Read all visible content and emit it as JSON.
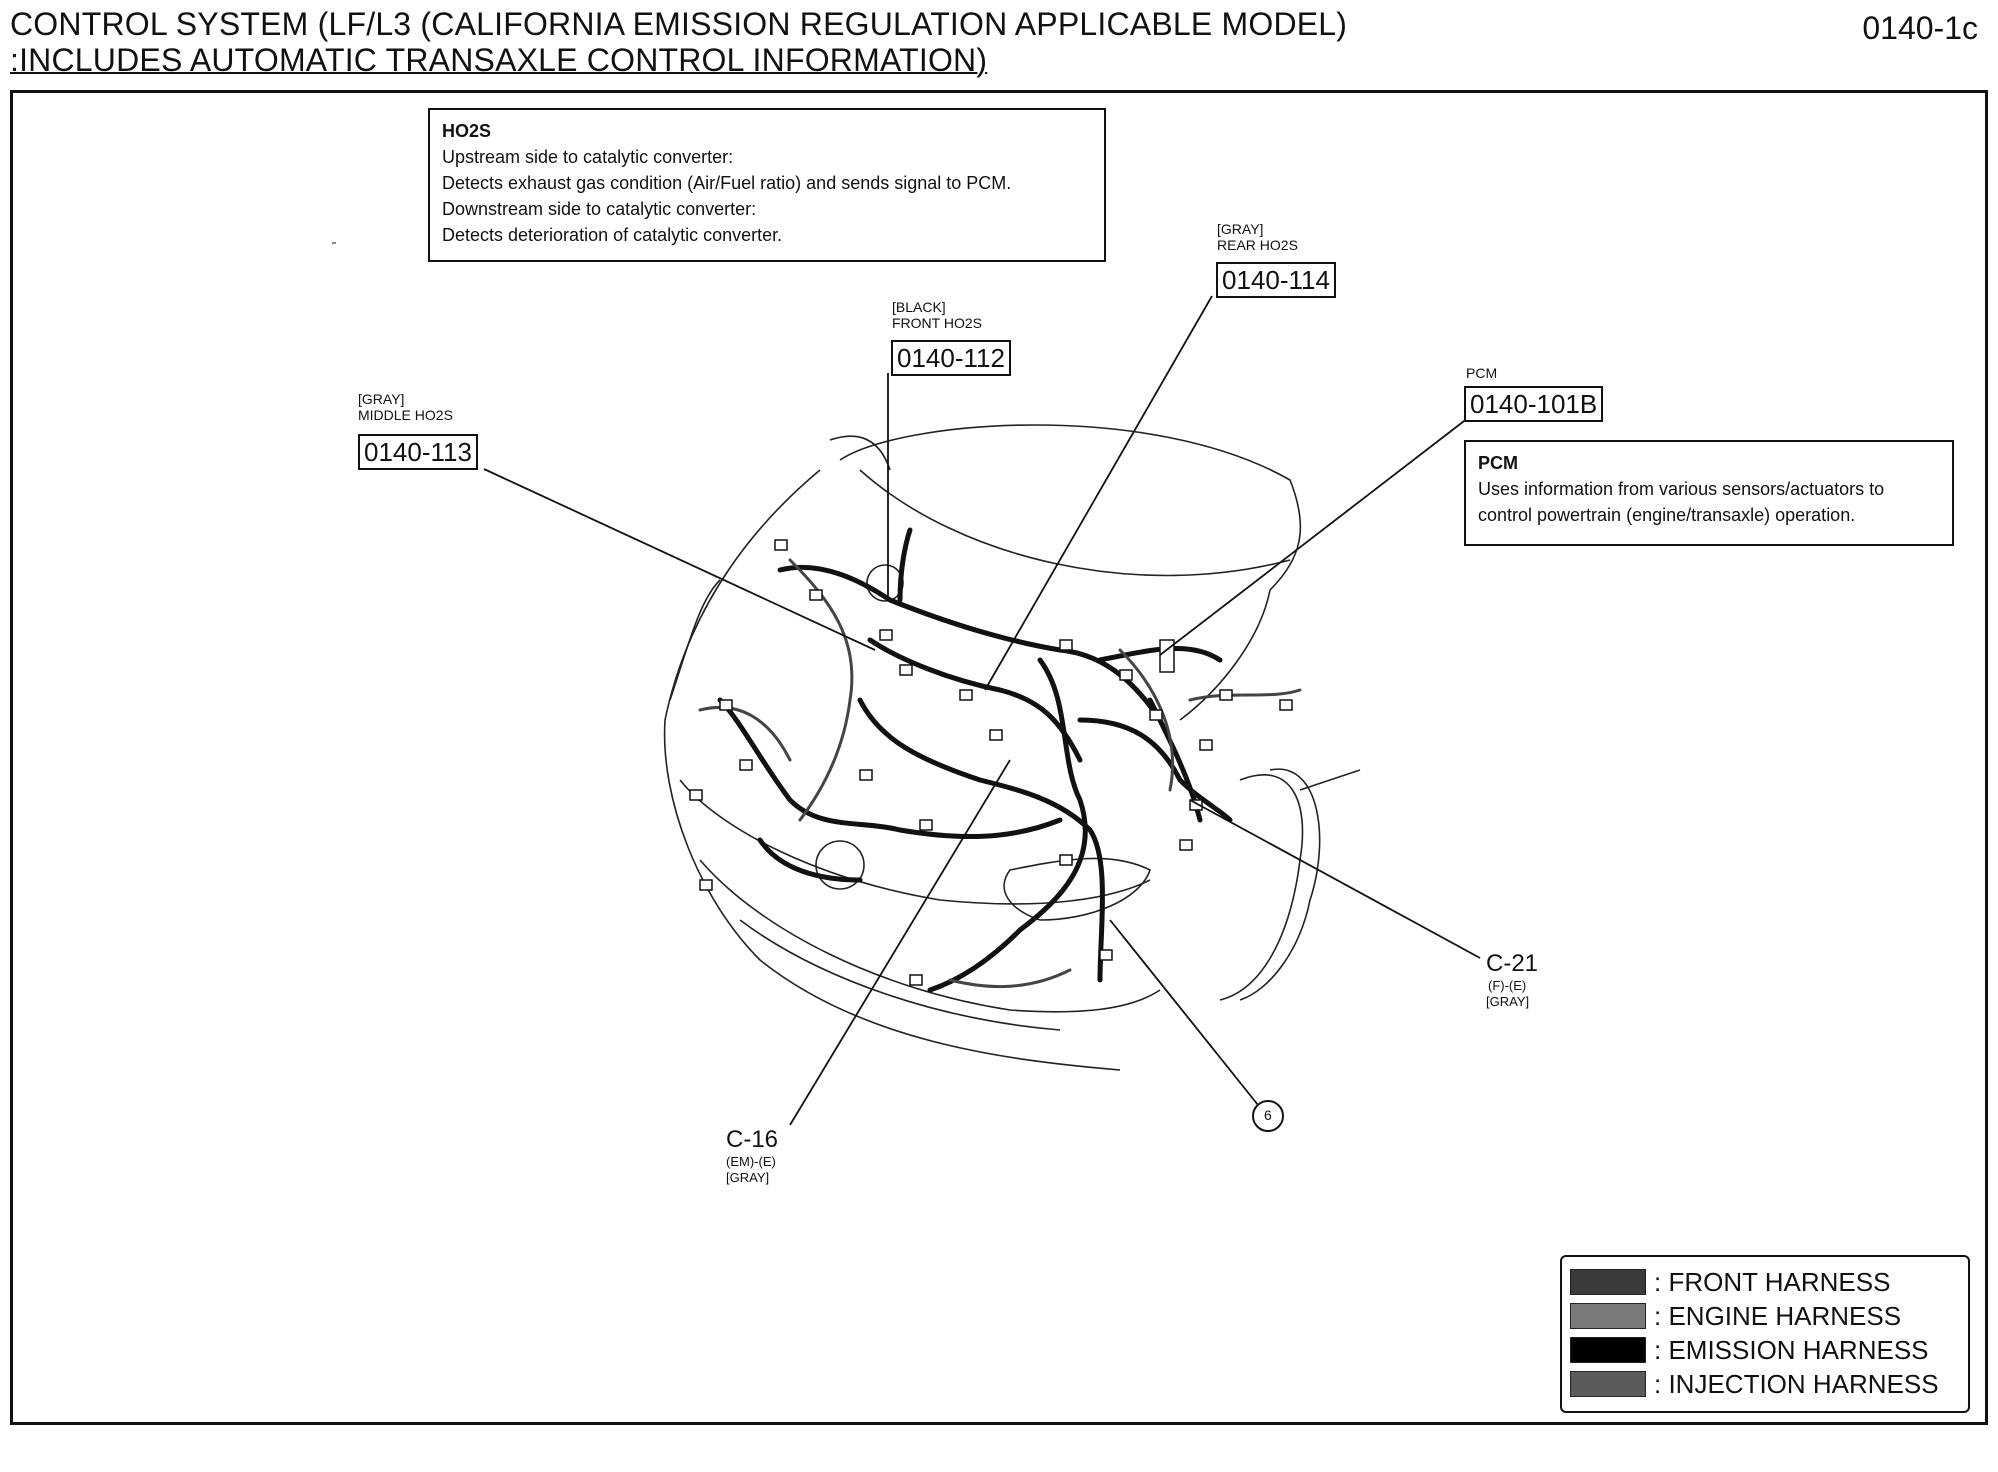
{
  "header": {
    "title_line1": "CONTROL SYSTEM (LF/L3 (CALIFORNIA EMISSION REGULATION APPLICABLE MODEL)",
    "title_line2": ":INCLUDES AUTOMATIC TRANSAXLE CONTROL INFORMATION)",
    "page_id": "0140-1c"
  },
  "ho2s_box": {
    "heading": "HO2S",
    "lines": [
      "Upstream side to catalytic converter:",
      "Detects exhaust gas condition (Air/Fuel ratio) and sends signal to PCM.",
      "Downstream side to catalytic converter:",
      "Detects deterioration of catalytic converter."
    ]
  },
  "pcm_box": {
    "heading": "PCM",
    "lines": [
      "Uses information from various sensors/actuators to",
      "control powertrain (engine/transaxle) operation."
    ]
  },
  "components": {
    "rear_ho2s": {
      "color": "[GRAY]",
      "name": "REAR HO2S",
      "code": "0140-114"
    },
    "front_ho2s": {
      "color": "[BLACK]",
      "name": "FRONT HO2S",
      "code": "0140-112"
    },
    "middle_ho2s": {
      "color": "[GRAY]",
      "name": "MIDDLE HO2S",
      "code": "0140-113"
    },
    "pcm": {
      "name": "PCM",
      "code": "0140-101B"
    }
  },
  "connectors": {
    "c21": {
      "id": "C-21",
      "pins": "(F)-(E)",
      "color": "[GRAY]"
    },
    "c16": {
      "id": "C-16",
      "pins": "(EM)-(E)",
      "color": "[GRAY]"
    },
    "ground": {
      "id": "6"
    }
  },
  "legend": [
    {
      "label": ": FRONT HARNESS",
      "color": "#3a3a3a"
    },
    {
      "label": ": ENGINE HARNESS",
      "color": "#7a7a7a"
    },
    {
      "label": ": EMISSION HARNESS",
      "color": "#000000"
    },
    {
      "label": ": INJECTION HARNESS",
      "color": "#5a5a5a"
    }
  ]
}
